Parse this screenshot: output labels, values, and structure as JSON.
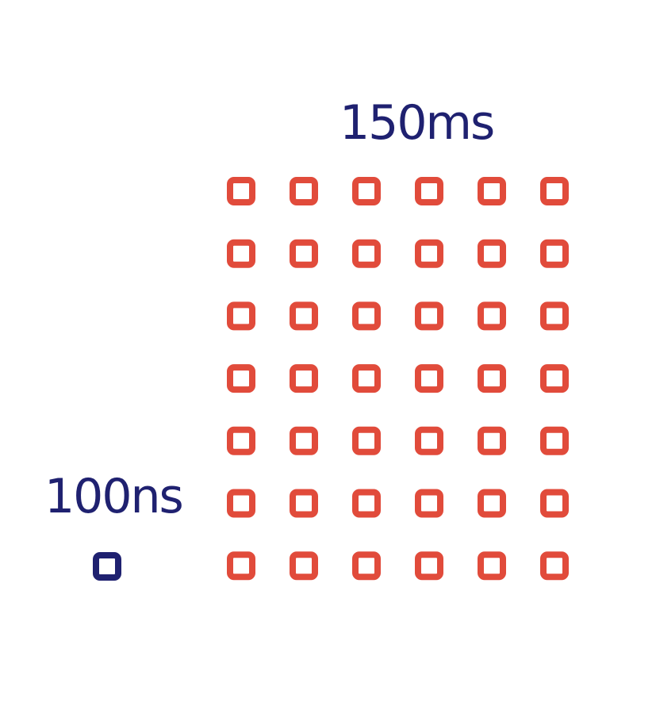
{
  "large": {
    "label": "150ms",
    "rows": 7,
    "columns": 6,
    "color": "#e14b3b"
  },
  "small": {
    "label": "100ns",
    "count": 1,
    "color": "#1f2170"
  },
  "background": "#ffffff"
}
